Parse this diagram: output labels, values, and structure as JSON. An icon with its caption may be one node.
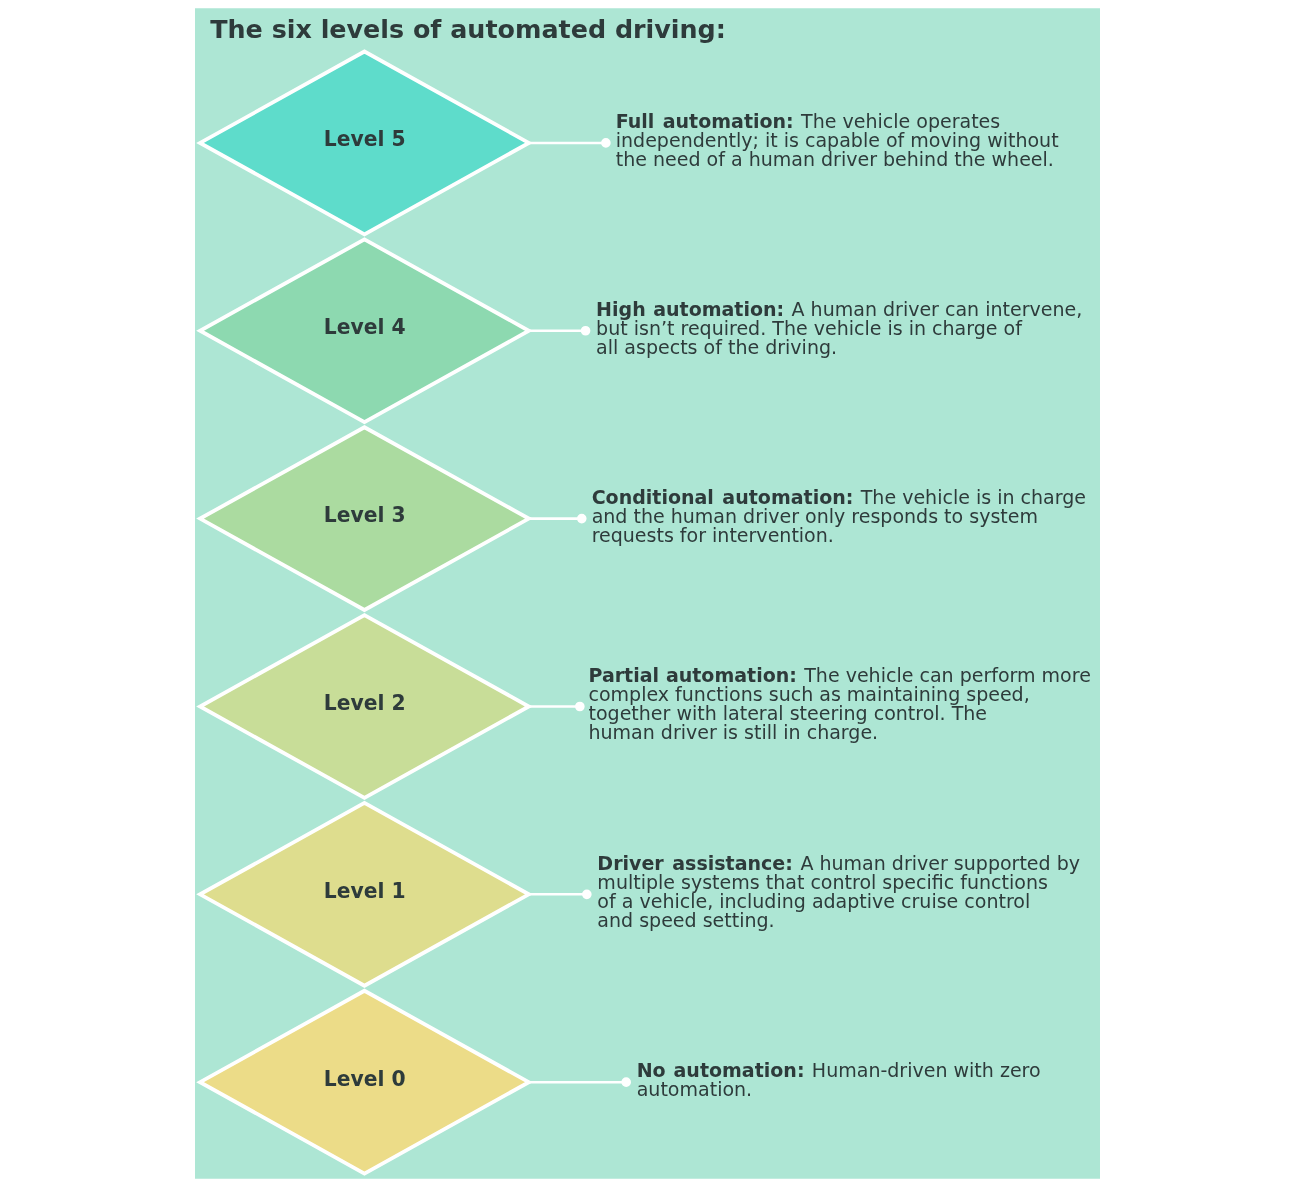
{
  "diagram": {
    "title": "The six levels of automated driving:",
    "nodes": [
      {
        "text": [
          "Level 5"
        ]
      },
      {
        "text": [
          "Level 4"
        ]
      },
      {
        "text": [
          "Level 3"
        ]
      },
      {
        "text": [
          "Level 2"
        ]
      },
      {
        "text": [
          "Level 1"
        ]
      },
      {
        "text": [
          "Level 0"
        ]
      },
      {
        "text": [
          "**Full automation:** The vehicle operates independently; it is capable of moving without the need of a human driver behind the wheel."
        ]
      },
      {
        "text": [
          "**High automation:** A human driver can intervene, but isn’t required. The vehicle is in charge of all aspects of the driving."
        ]
      },
      {
        "text": [
          "**Conditional automation:** The vehicle is in charge and the human driver only responds to system requests for intervention."
        ]
      },
      {
        "text": [
          "**Partial automation:** The vehicle can perform more complex functions such as maintaining speed, together with lateral steering control. The human driver is still in charge."
        ]
      },
      {
        "text": [
          "**Driver assistance:** A human driver supported by multiple systems that control specific functions of a vehicle, including adaptive cruise control and speed setting."
        ]
      },
      {
        "text": [
          "**No automation:** Human-driven with zero automation."
        ]
      }
    ],
    "edges": [
      {
        "from": 0,
        "to": 6,
        "arrow": "other"
      },
      {
        "from": 1,
        "to": 7,
        "arrow": "other"
      },
      {
        "from": 2,
        "to": 8,
        "arrow": "other"
      },
      {
        "from": 3,
        "to": 9,
        "arrow": "other"
      },
      {
        "from": 4,
        "to": 10,
        "arrow": "other"
      },
      {
        "from": 5,
        "to": 11,
        "arrow": "other"
      }
    ]
  }
}
